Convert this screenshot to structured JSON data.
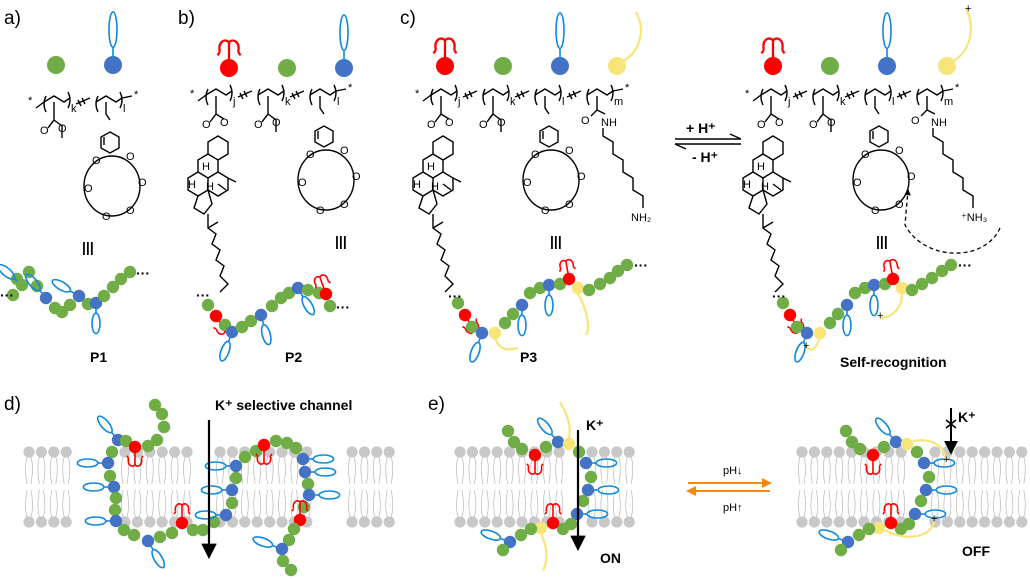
{
  "panels": {
    "a": {
      "label": "a)",
      "name": "P1",
      "monomers": [
        "methyl-acrylate",
        "benzo-crown-ether"
      ],
      "subscripts": [
        "k",
        "l"
      ]
    },
    "b": {
      "label": "b)",
      "name": "P2",
      "monomers": [
        "cholesteryl",
        "methyl-acrylate",
        "benzo-crown-ether"
      ],
      "subscripts": [
        "j",
        "k",
        "l"
      ]
    },
    "c": {
      "label": "c)",
      "name": "P3",
      "monomers": [
        "cholesteryl",
        "methyl-acrylate",
        "benzo-crown-ether",
        "aminohexyl-amide"
      ],
      "subscripts": [
        "j",
        "k",
        "l",
        "m"
      ],
      "amine": "NH",
      "terminal": "NH2"
    },
    "c2": {
      "name": "Self-recognition",
      "terminal": "+NH3",
      "amine": "NH"
    },
    "d": {
      "label": "d)",
      "title": "K⁺ selective channel"
    },
    "e": {
      "label": "e)",
      "ion": "K⁺",
      "state_on": "ON",
      "state_off": "OFF",
      "forward": "pH↓",
      "reverse": "pH↑"
    }
  },
  "equilibrium": {
    "forward": "+ H⁺",
    "reverse": "- H⁺"
  },
  "chem_labels": {
    "star": "*",
    "oxygen": "O",
    "hydrogen": "H",
    "nh": "NH",
    "nh2": "NH₂",
    "nh3": "⁺NH₃",
    "equiv": "|||",
    "dots": "···"
  },
  "colors": {
    "green": "#70ad47",
    "blue": "#4472c4",
    "red": "#ff0000",
    "yellow": "#f7e57a",
    "crown": "#0f8ae0",
    "orange": "#f28c0f",
    "lipid": "#c8c8c8"
  }
}
